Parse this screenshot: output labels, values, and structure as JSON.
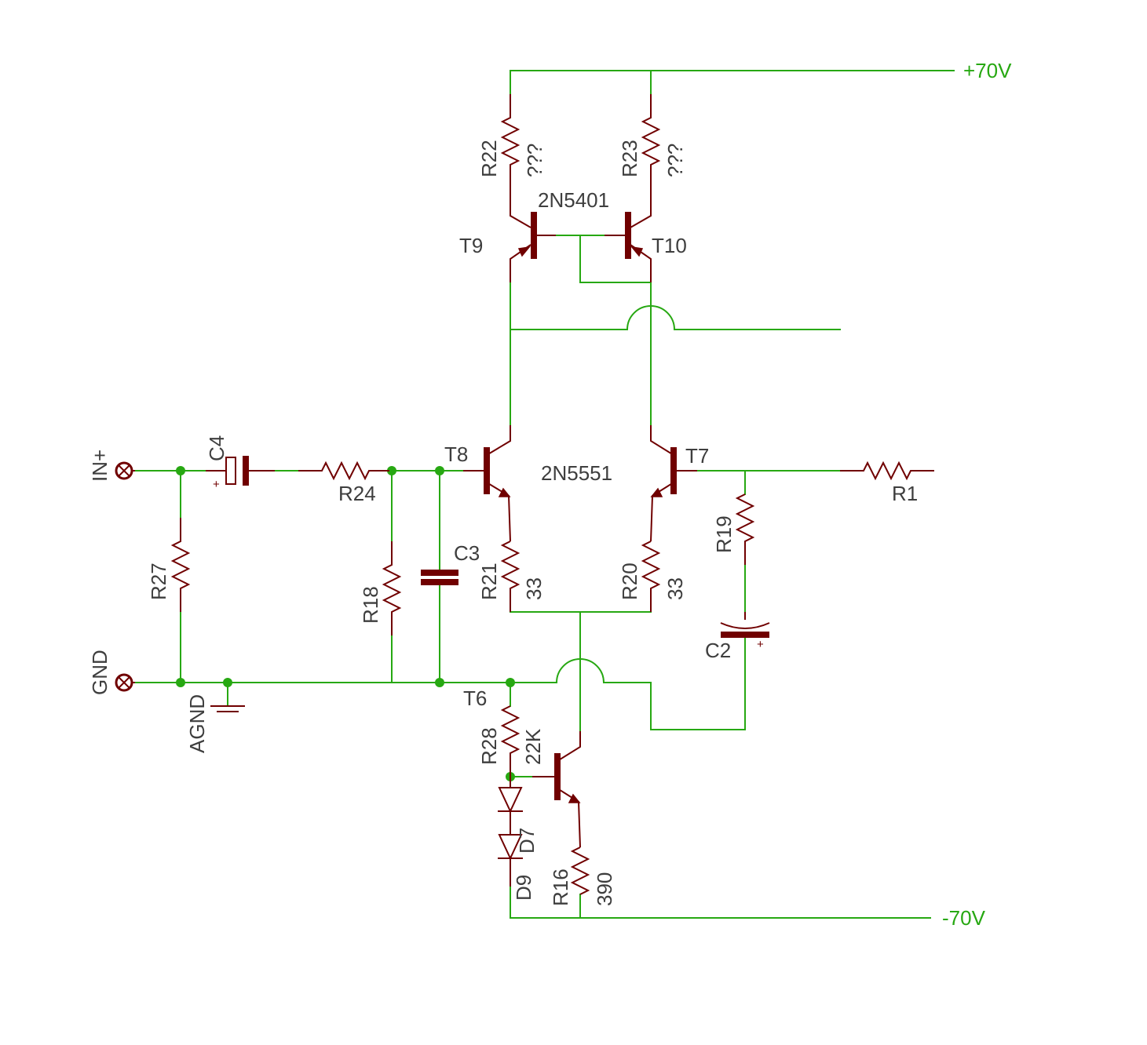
{
  "rails": {
    "pos": "+70V",
    "neg": "-70V"
  },
  "ports": {
    "in": "IN+",
    "gnd": "GND",
    "agnd": "AGND"
  },
  "polarity": "+",
  "parts": {
    "r22": {
      "name": "R22",
      "value": "???"
    },
    "r23": {
      "name": "R23",
      "value": "???"
    },
    "t9": {
      "name": "T9"
    },
    "t10": {
      "name": "T10"
    },
    "pnp_type": "2N5401",
    "t8": {
      "name": "T8"
    },
    "t7": {
      "name": "T7"
    },
    "npn_type": "2N5551",
    "c4": {
      "name": "C4"
    },
    "r24": {
      "name": "R24"
    },
    "r27": {
      "name": "R27"
    },
    "r18": {
      "name": "R18"
    },
    "c3": {
      "name": "C3"
    },
    "r21": {
      "name": "R21",
      "value": "33"
    },
    "r20": {
      "name": "R20",
      "value": "33"
    },
    "r19": {
      "name": "R19"
    },
    "c2": {
      "name": "C2"
    },
    "r1": {
      "name": "R1"
    },
    "t6": {
      "name": "T6"
    },
    "r28": {
      "name": "R28",
      "value": "22K"
    },
    "d7": {
      "name": "D7"
    },
    "d9": {
      "name": "D9"
    },
    "r16": {
      "name": "R16",
      "value": "390"
    }
  },
  "colors": {
    "wire": "#27a812",
    "component": "#700000",
    "label": "#3e3e3e"
  }
}
